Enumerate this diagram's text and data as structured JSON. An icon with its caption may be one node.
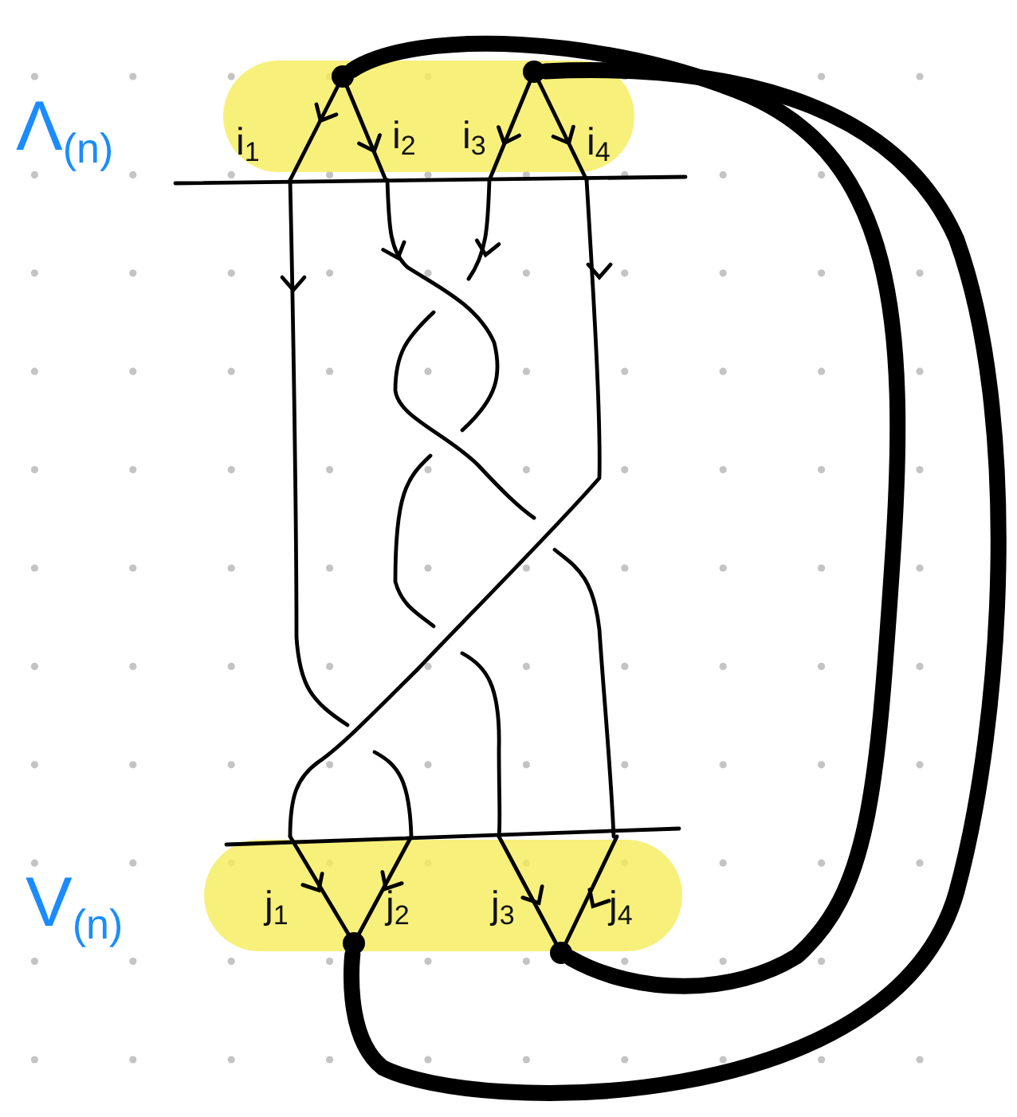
{
  "diagram": {
    "nodes": [
      {
        "text": [
          "i$_{1}$",
          "i$_{2}$",
          "i$_{3}$",
          "i$_{4}$"
        ],
        "beside": [
          "Λ$_{(n)}$"
        ]
      },
      {
        "text": [],
        "shape": "circle",
        "in": 0
      },
      {
        "text": [],
        "shape": "circle",
        "in": 0
      },
      {
        "text": [
          "j$_{1}$",
          "j$_{2}$",
          "j$_{3}$",
          "j$_{4}$"
        ],
        "beside": [
          "V$_{(n)}$"
        ]
      },
      {
        "text": [],
        "shape": "circle",
        "in": 3
      },
      {
        "text": [],
        "shape": "circle",
        "in": 3
      }
    ],
    "edges": [
      {
        "from": 1,
        "to": 5,
        "arrow": "none"
      },
      {
        "from": 2,
        "to": 4,
        "arrow": "none"
      }
    ]
  }
}
